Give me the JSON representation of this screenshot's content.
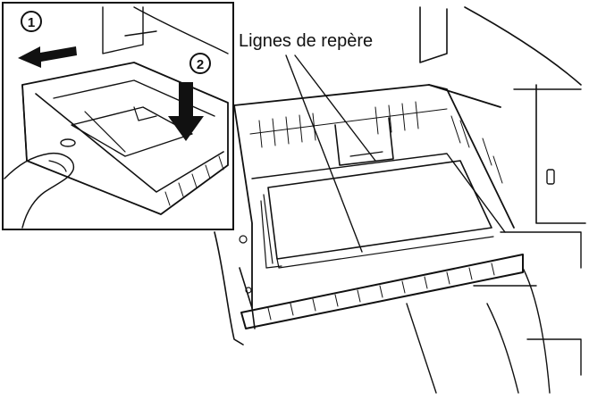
{
  "figure": {
    "callout_label": "Lignes de repère",
    "inset_step_1": "1",
    "inset_step_2": "2"
  },
  "colors": {
    "line": "#111111",
    "background": "#ffffff",
    "step_circle": "#ffffff"
  }
}
